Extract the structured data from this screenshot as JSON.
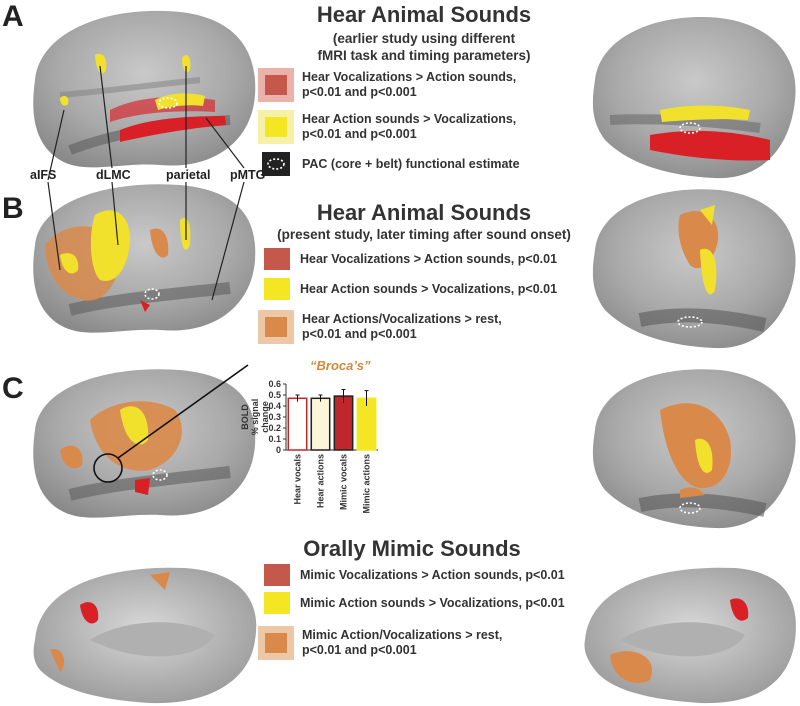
{
  "panels": {
    "a": {
      "letter": "A",
      "title": "Hear Animal Sounds",
      "subtitle_lines": [
        "(earlier study using different",
        "fMRI task and timing parameters)"
      ],
      "legend": [
        {
          "text_lines": [
            "Hear Vocalizations > Action sounds,",
            "p<0.01 and p<0.001"
          ],
          "color": "#c4584a",
          "halo": "#e9b2aa"
        },
        {
          "text_lines": [
            "Hear Action sounds > Vocalizations,",
            "p<0.01 and p<0.001"
          ],
          "color": "#f5e623",
          "halo": "#f6f0a8"
        },
        {
          "text_lines": [
            "PAC (core + belt) functional estimate"
          ],
          "color": "#222222"
        }
      ]
    },
    "b": {
      "letter": "B",
      "title": "Hear  Animal Sounds",
      "subtitle_lines": [
        "(present study, later timing after sound onset)"
      ],
      "legend": [
        {
          "text_lines": [
            "Hear Vocalizations > Action sounds, p<0.01"
          ],
          "color": "#c4584a"
        },
        {
          "text_lines": [
            "Hear Action sounds > Vocalizations, p<0.01"
          ],
          "color": "#f5e623"
        },
        {
          "text_lines": [
            "Hear Actions/Vocalizations > rest,",
            "p<0.01 and p<0.001"
          ],
          "color": "#d9894a",
          "halo": "#edc8a6"
        }
      ]
    },
    "c": {
      "letter": "C",
      "title": "Orally Mimic Sounds",
      "legend": [
        {
          "text_lines": [
            "Mimic Vocalizations > Action sounds, p<0.01"
          ],
          "color": "#c4584a"
        },
        {
          "text_lines": [
            "Mimic Action sounds > Vocalizations, p<0.01"
          ],
          "color": "#f5e623"
        },
        {
          "text_lines": [
            "Mimic Action/Vocalizations > rest,",
            "p<0.01 and p<0.001"
          ],
          "color": "#d9894a",
          "halo": "#edc8a6"
        }
      ]
    }
  },
  "brain_labels": [
    "aIFS",
    "dLMC",
    "parietal",
    "pMTG"
  ],
  "chart_data": {
    "type": "bar",
    "title": "“Broca’s”",
    "ylabel_lines": [
      "BOLD",
      "% signal",
      "change"
    ],
    "categories": [
      "Hear vocals",
      "Hear actions",
      "Mimic vocals",
      "Mimic actions"
    ],
    "values": [
      0.47,
      0.47,
      0.49,
      0.47
    ],
    "errors": [
      0.03,
      0.03,
      0.06,
      0.07
    ],
    "colors": [
      "#ffffff",
      "#fbf6d9",
      "#c0272d",
      "#f5e623"
    ],
    "border_colors": [
      "#c0272d",
      "#222222",
      "#222222",
      "#f5e623"
    ],
    "ylim": [
      0,
      0.6
    ],
    "yticks": [
      "0",
      "0.1",
      "0.2",
      "0.3",
      "0.4",
      "0.5",
      "0.6"
    ]
  }
}
